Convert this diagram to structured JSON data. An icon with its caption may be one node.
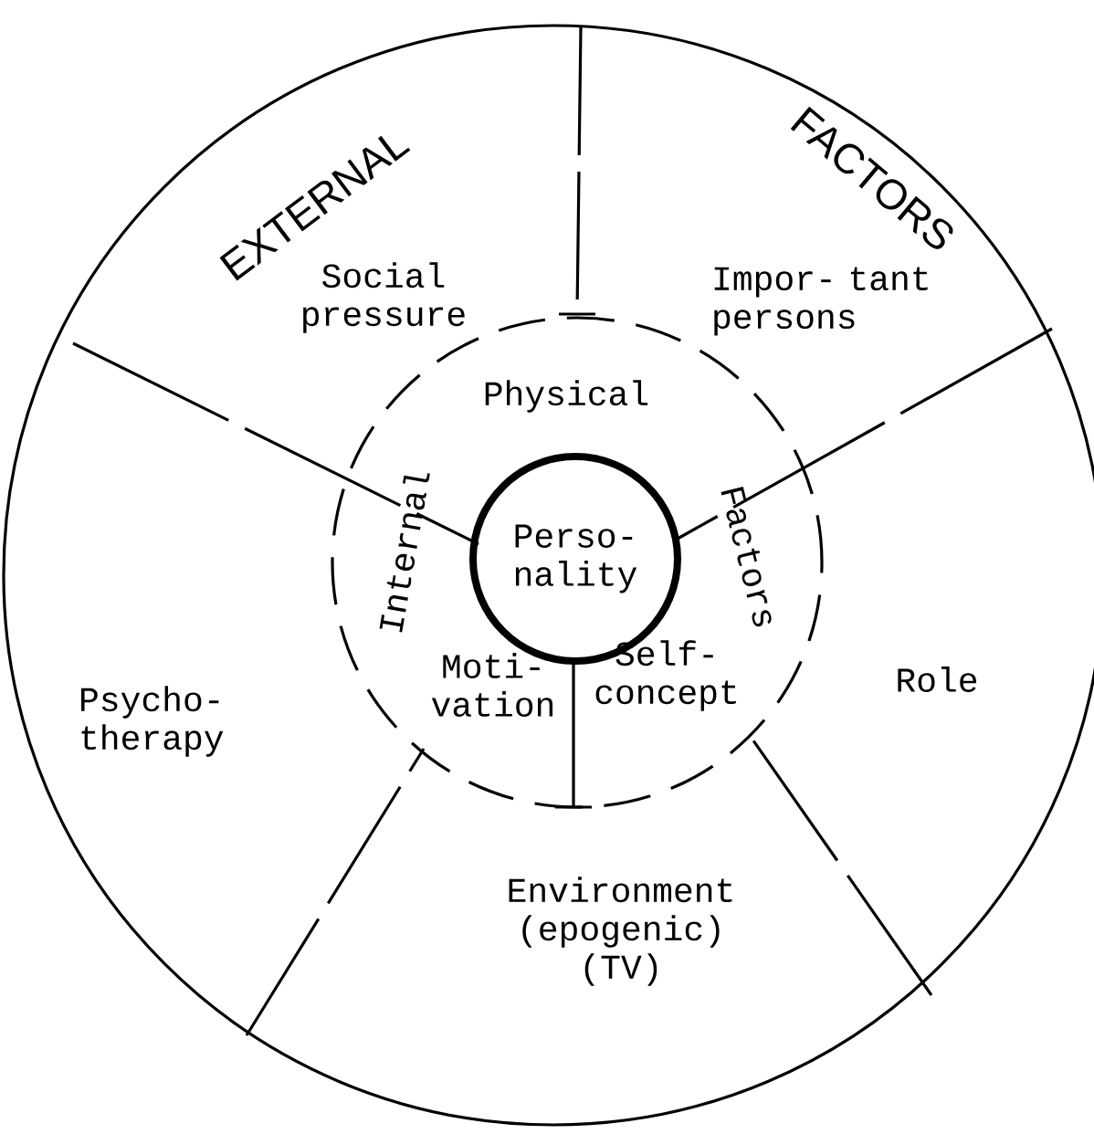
{
  "diagram": {
    "nodes": [
      {
        "text": [
          "EXTERNAL",
          "FACTORS"
        ]
      },
      {
        "text": [
          "Internal",
          "Factors"
        ],
        "in": 0
      },
      {
        "text": [
          "Perso- nality"
        ],
        "in": 1
      }
    ],
    "labels": [
      "Social pressure",
      "Impor- tant persons",
      "Physical",
      "Psycho- therapy",
      "Moti- vation",
      "Self- concept",
      "Role",
      "Environment (epogenic) (TV)"
    ]
  }
}
